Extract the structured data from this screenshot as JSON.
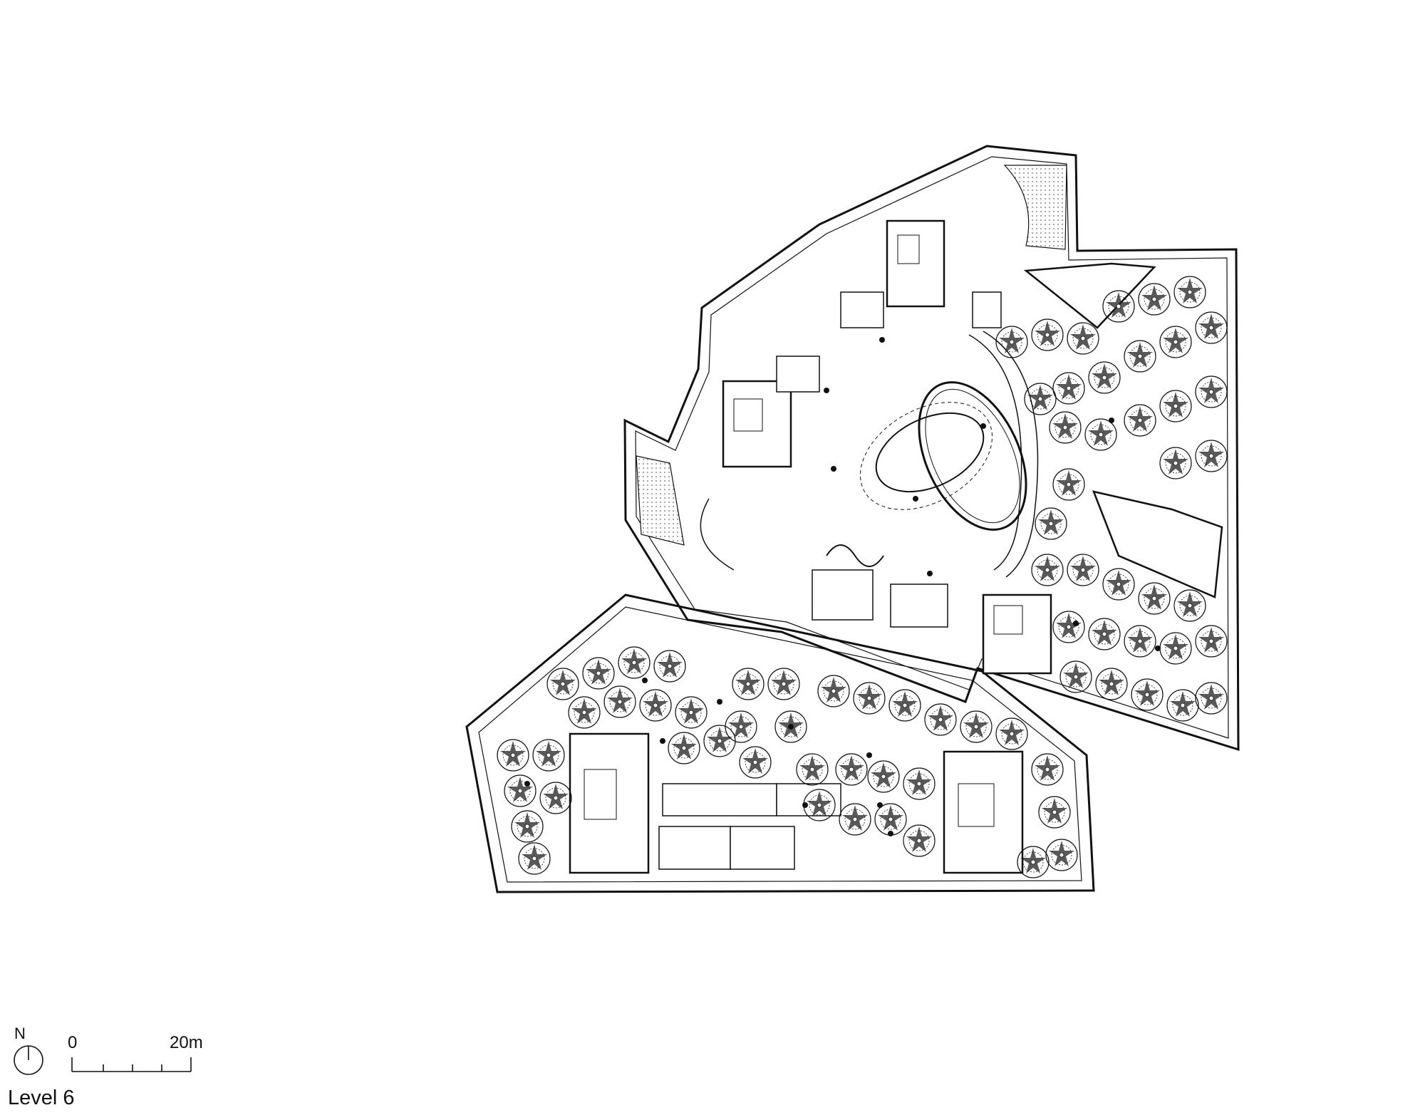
{
  "north": {
    "label": "N"
  },
  "scale_bar": {
    "start": "0",
    "end": "20m"
  },
  "title": "Level 6",
  "colors": {
    "line": "#111111",
    "hatch": "#555555",
    "background": "#ffffff"
  },
  "icons": [
    "north-arrow-icon",
    "scale-bar-icon"
  ]
}
